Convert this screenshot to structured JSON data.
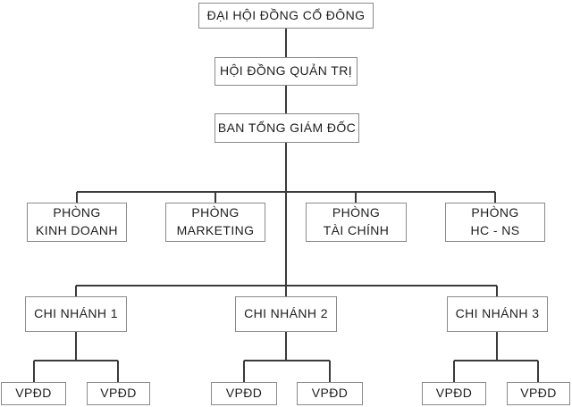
{
  "org_chart": {
    "type": "organization-chart",
    "language": "Vietnamese",
    "levels": {
      "shareholders_meeting": {
        "label": "ĐẠI HỘI ĐỒNG CỔ ĐÔNG"
      },
      "board_of_directors": {
        "label": "HỘI ĐỒNG QUẢN TRỊ"
      },
      "general_directors_board": {
        "label": "BAN TỔNG GIÁM ĐỐC"
      }
    },
    "departments": [
      {
        "line1": "PHÒNG",
        "line2": "KINH DOANH"
      },
      {
        "line1": "PHÒNG",
        "line2": "MARKETING"
      },
      {
        "line1": "PHÒNG",
        "line2": "TÀI CHÍNH"
      },
      {
        "line1": "PHÒNG",
        "line2": "HC - NS"
      }
    ],
    "branches": [
      {
        "label": "CHI NHÁNH 1"
      },
      {
        "label": "CHI NHÁNH 2"
      },
      {
        "label": "CHI NHÁNH 3"
      }
    ],
    "representative_offices": [
      {
        "label": "VPĐD",
        "parent": "CHI NHÁNH 1"
      },
      {
        "label": "VPĐD",
        "parent": "CHI NHÁNH 1"
      },
      {
        "label": "VPĐD",
        "parent": "CHI NHÁNH 2"
      },
      {
        "label": "VPĐD",
        "parent": "CHI NHÁNH 2"
      },
      {
        "label": "VPĐD",
        "parent": "CHI NHÁNH 3"
      },
      {
        "label": "VPĐD",
        "parent": "CHI NHÁNH 3"
      }
    ],
    "colors": {
      "background": "#ffffff",
      "box_fill": "#ffffff",
      "box_border": "#8a8a8a",
      "connector_line": "#3a3a3a",
      "text": "#1e1e1e"
    }
  }
}
